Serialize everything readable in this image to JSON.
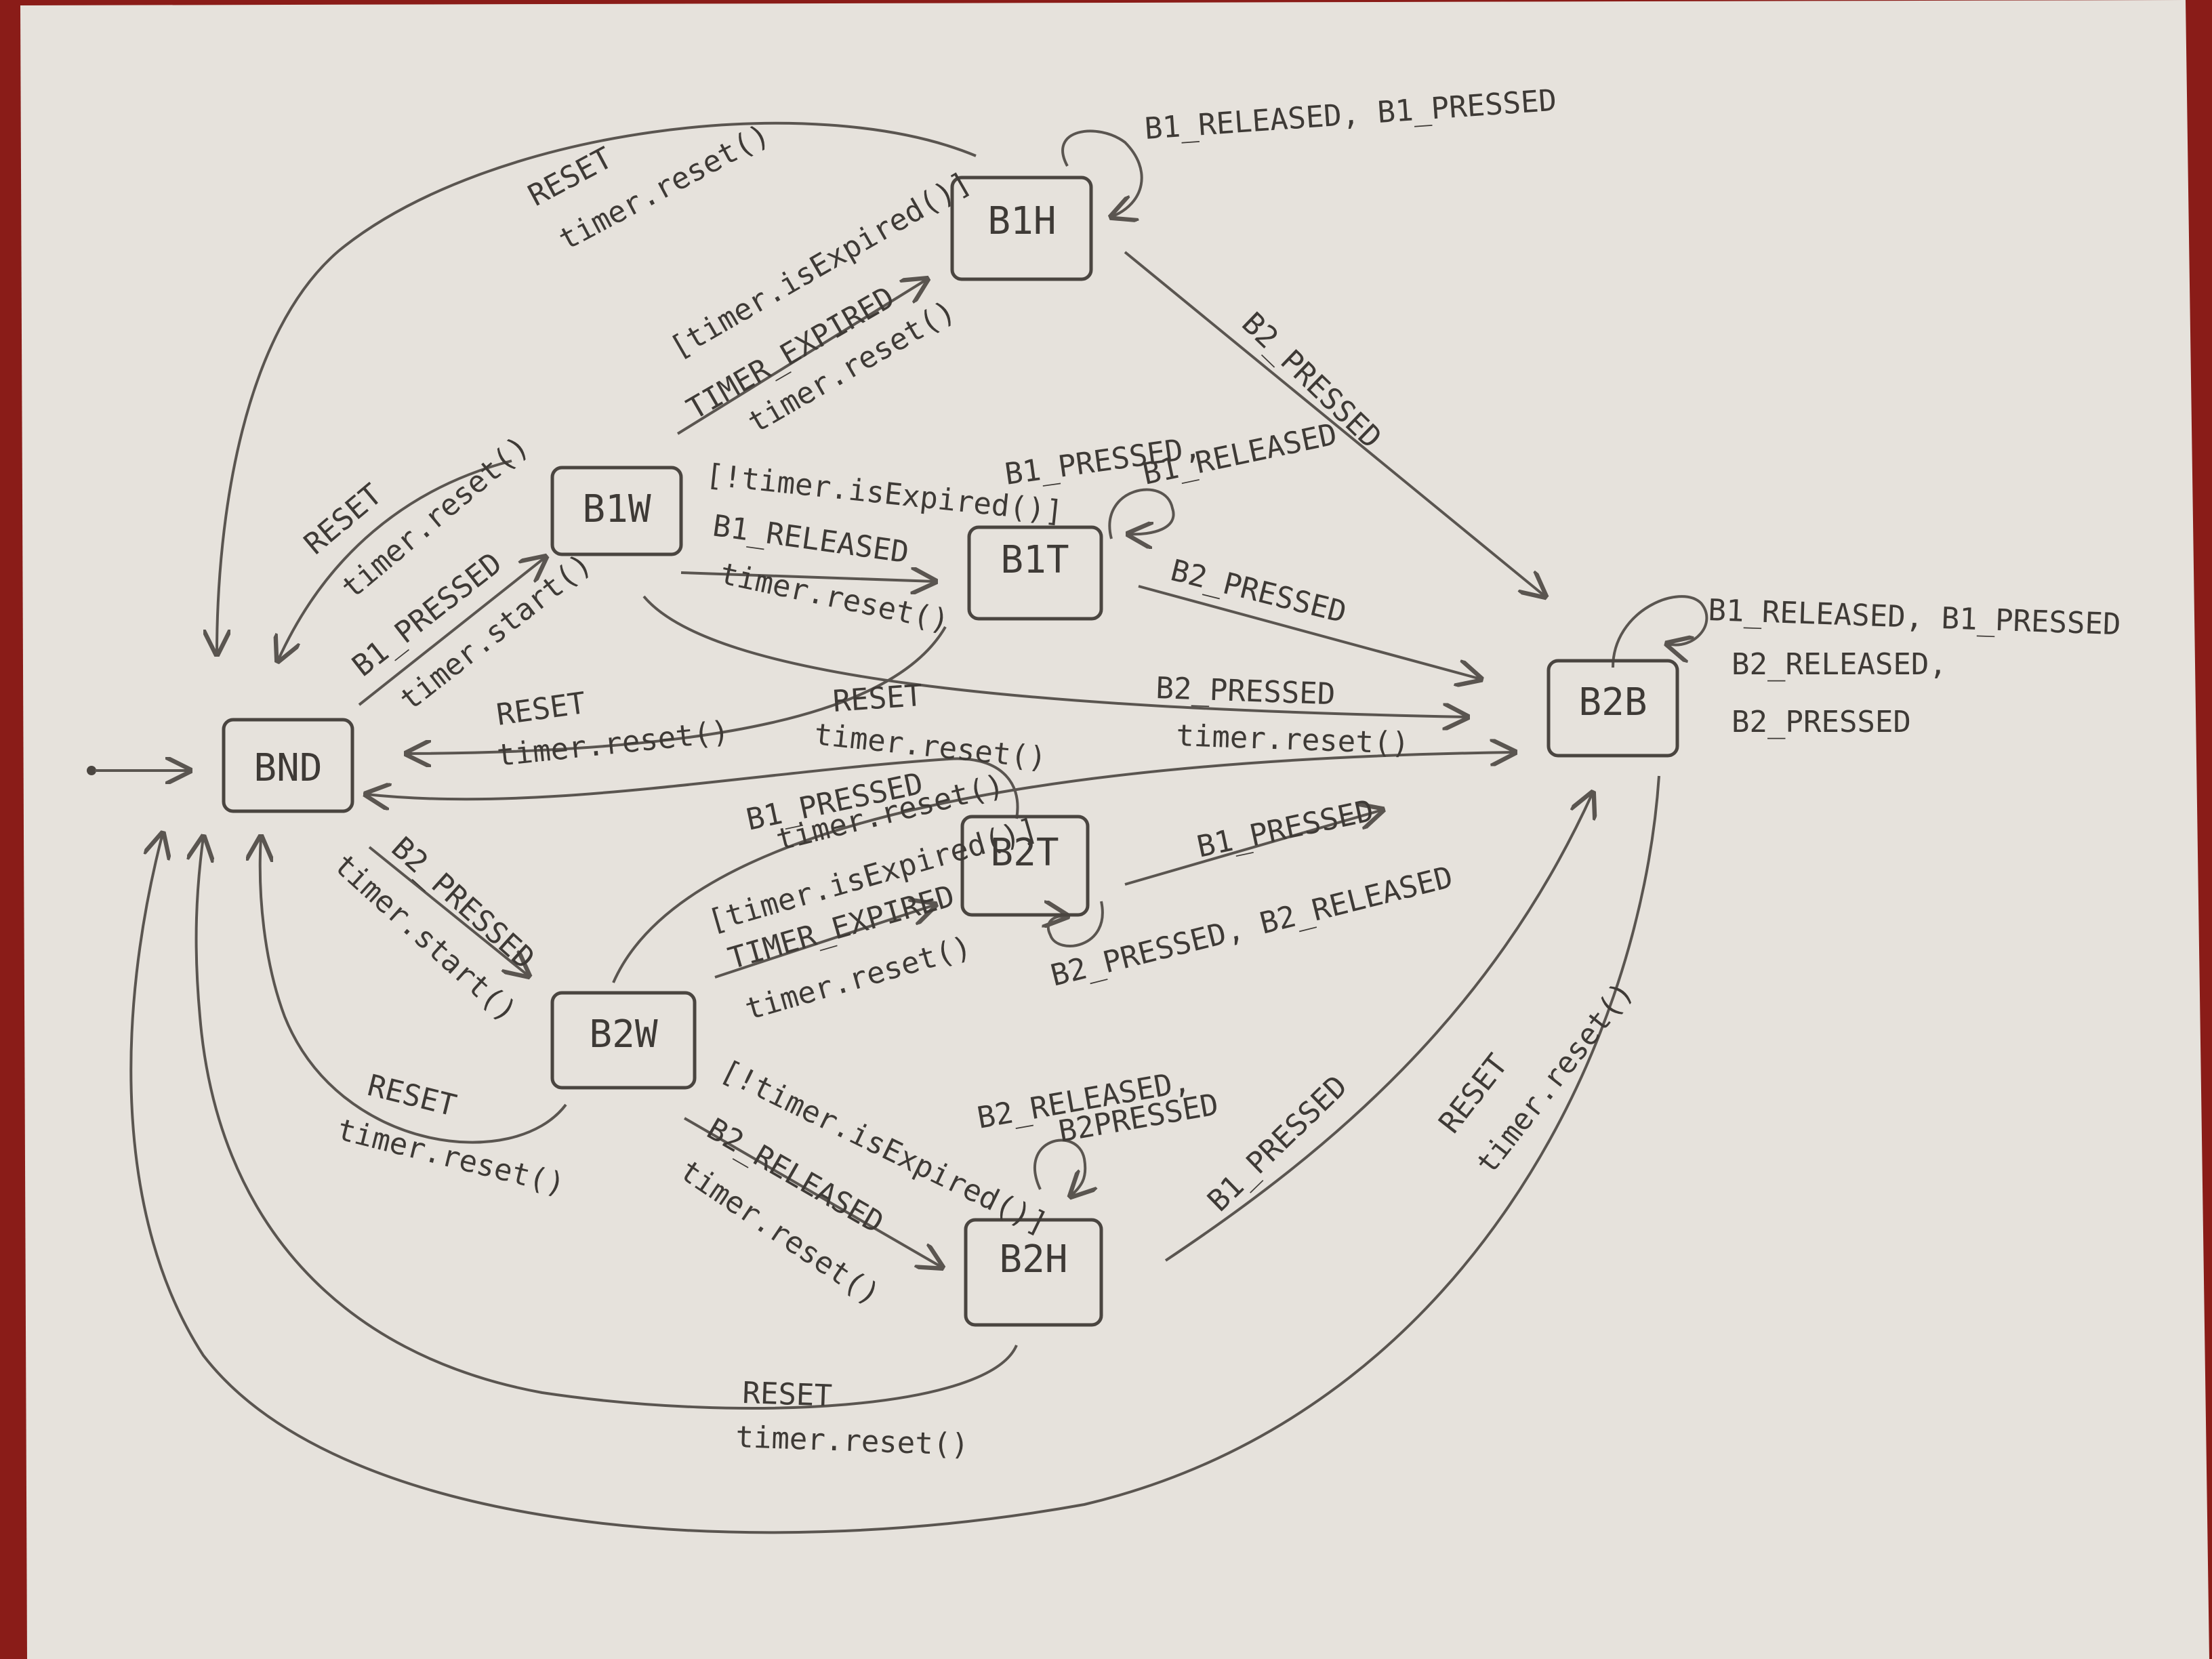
{
  "states": {
    "BND": "BND",
    "B1W": "B1W",
    "B1H": "B1H",
    "B1T": "B1T",
    "B2B": "B2B",
    "B2T": "B2T",
    "B2W": "B2W",
    "B2H": "B2H"
  },
  "labels": {
    "b1h_self": "B1_RELEASED, B1_PRESSED",
    "b1h_bnd_event": "RESET",
    "b1h_bnd_action": "timer.reset()",
    "b1w_b1h_guard": "[timer.isExpired()]",
    "b1w_b1h_event": "TIMER_EXPIRED",
    "b1w_b1h_action": "timer.reset()",
    "b1w_bnd_event": "RESET",
    "b1w_bnd_action": "timer.reset()",
    "bnd_b1w_event": "B1_PRESSED",
    "bnd_b1w_action": "timer.start()",
    "b1w_b1t_guard": "[!timer.isExpired()]",
    "b1w_b1t_event": "B1_RELEASED",
    "b1w_b1t_action": "timer.reset()",
    "b1t_self_1": "B1_PRESSED,",
    "b1t_self_2": "B1_RELEASED",
    "b1h_b2b": "B2_PRESSED",
    "b1t_b2b": "B2_PRESSED",
    "b2b_self_1": "B1_RELEASED, B1_PRESSED",
    "b2b_self_2": "B2_RELEASED,",
    "b2b_self_3": "B2_PRESSED",
    "b1w_b2b_event": "B2_PRESSED",
    "b1w_b2b_action": "timer.reset()",
    "b1t_bnd_event": "RESET",
    "b1t_bnd_action": "timer.reset()",
    "b2t_bnd_event": "RESET",
    "b2t_bnd_action": "timer.reset()",
    "b2w_b2b_event": "B1_PRESSED",
    "b2w_b2b_action": "timer.reset()",
    "b2w_b2t_guard": "[timer.isExpired()]",
    "b2w_b2t_event": "TIMER_EXPIRED",
    "b2w_b2t_action": "timer.reset()",
    "b2t_b2b": "B1_PRESSED",
    "b2t_self": "B2_PRESSED, B2_RELEASED",
    "bnd_b2w_event": "B2_PRESSED",
    "bnd_b2w_action": "timer.start()",
    "b2w_bnd_event": "RESET",
    "b2w_bnd_action": "timer.reset()",
    "b2w_b2h_guard": "[!timer.isExpired()]",
    "b2w_b2h_event": "B2_RELEASED",
    "b2w_b2h_action": "timer.reset()",
    "b2h_self_1": "B2_RELEASED,",
    "b2h_self_2": "B2PRESSED",
    "b2h_b2b": "B1_PRESSED",
    "b2h_bnd_event": "RESET",
    "b2h_bnd_action": "timer.reset()",
    "b2b_bnd_event": "RESET",
    "b2b_bnd_action": "timer.reset()"
  }
}
